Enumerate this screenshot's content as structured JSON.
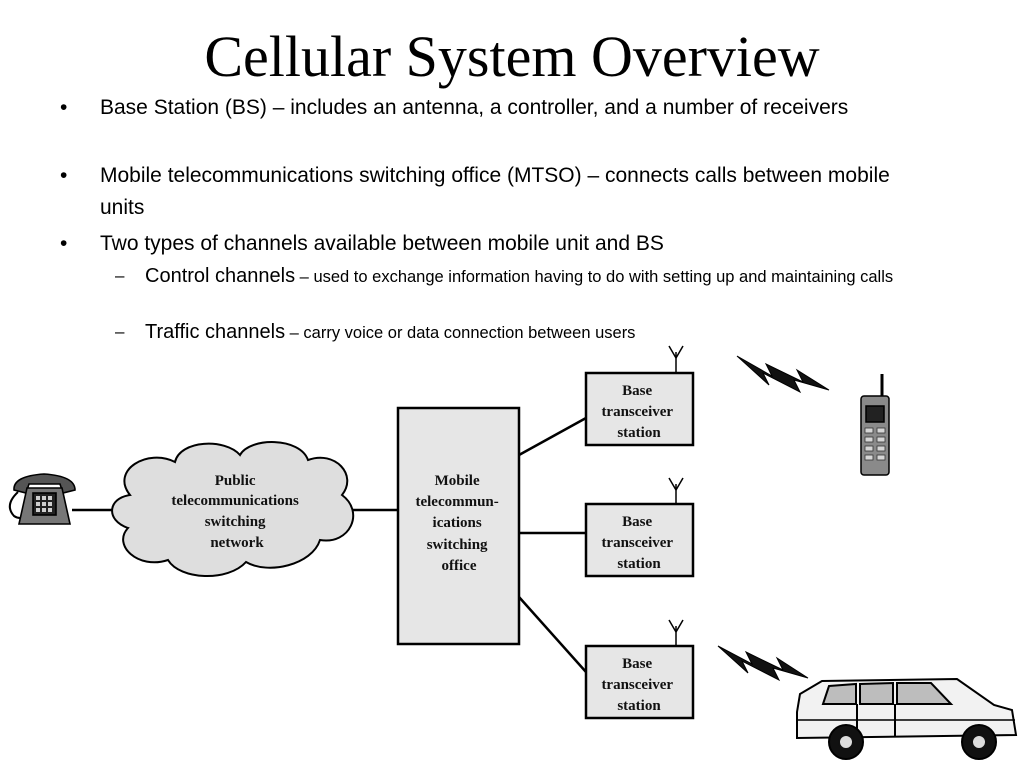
{
  "title": "Cellular System Overview",
  "bullets": [
    {
      "marker": "•",
      "text": "Base Station (BS) – includes an antenna, a controller, and a number of receivers"
    },
    {
      "marker": "•",
      "text": "Mobile telecommunications switching office (MTSO) – connects calls between mobile units"
    },
    {
      "marker": "•",
      "text": "Two types of channels available between mobile unit and BS"
    }
  ],
  "sub_bullets": [
    {
      "marker": "–",
      "lead": "Control channels",
      "rest": " – used to exchange information having to do with setting up and maintaining calls"
    },
    {
      "marker": "–",
      "lead": "Traffic channels",
      "rest": " – carry voice or data connection between users"
    }
  ],
  "diagram": {
    "network_lines": [
      "Public",
      "telecommunications",
      "switching",
      "network"
    ],
    "mtso_lines": [
      "Mobile",
      "telecommun-",
      "ications",
      "switching",
      "office"
    ],
    "bts_lines": [
      "Base",
      "transceiver",
      "station"
    ]
  },
  "icons": {
    "telephone": "telephone-icon",
    "mobile_phone": "mobile-phone-icon",
    "car": "car-icon",
    "antenna": "antenna-icon",
    "radio_link": "lightning-link-icon"
  },
  "colors": {
    "box_fill": "#e6e6e6",
    "cloud_fill": "#dedede",
    "stroke": "#000000"
  }
}
